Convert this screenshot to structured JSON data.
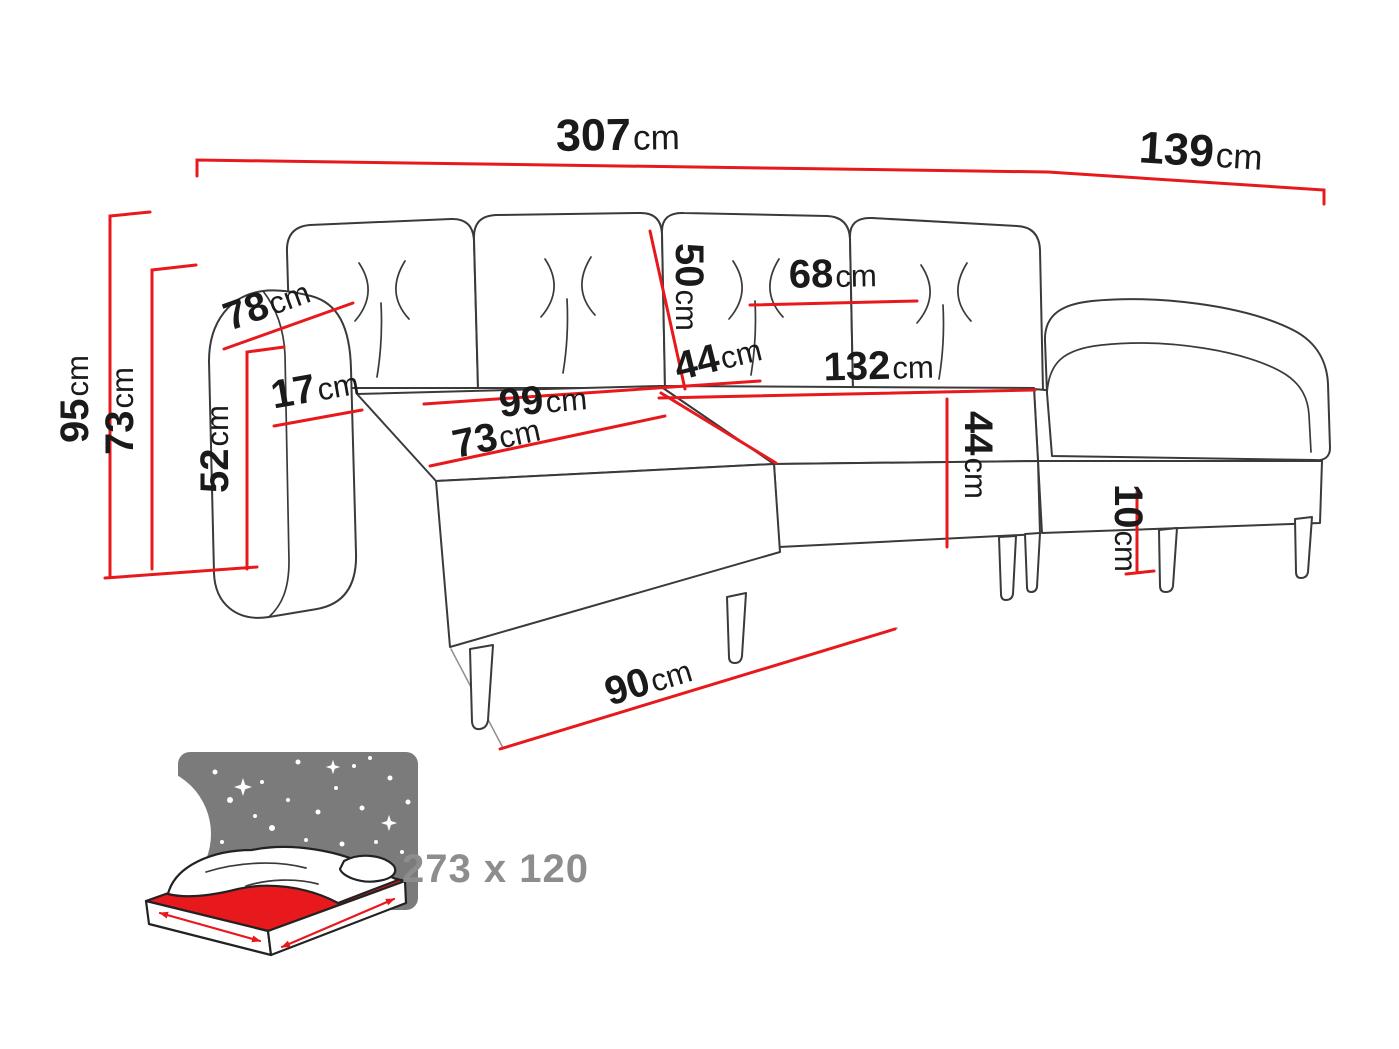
{
  "colors": {
    "dimension_red": "#e8191c",
    "sofa_outline": "#3a3a3a",
    "label_text": "#1a1a1a",
    "icon_gray": "#7b7b7b",
    "sleeping_text": "#8d8d8d"
  },
  "dimensions": {
    "total_width": {
      "value": "307",
      "unit": "cm"
    },
    "total_depth": {
      "value": "139",
      "unit": "cm"
    },
    "total_height": {
      "value": "95",
      "unit": "cm"
    },
    "inner_height": {
      "value": "73",
      "unit": "cm"
    },
    "armrest_depth": {
      "value": "78",
      "unit": "cm"
    },
    "armrest_width": {
      "value": "17",
      "unit": "cm"
    },
    "armrest_height": {
      "value": "52",
      "unit": "cm"
    },
    "chaise_length": {
      "value": "99",
      "unit": "cm"
    },
    "chaise_seat_width": {
      "value": "73",
      "unit": "cm"
    },
    "back_cushion_height": {
      "value": "50",
      "unit": "cm"
    },
    "seat_depth": {
      "value": "44",
      "unit": "cm"
    },
    "back_cushion_width": {
      "value": "68",
      "unit": "cm"
    },
    "middle_seat_width": {
      "value": "132",
      "unit": "cm"
    },
    "seat_height": {
      "value": "44",
      "unit": "cm"
    },
    "leg_height": {
      "value": "10",
      "unit": "cm"
    },
    "chaise_front_width": {
      "value": "90",
      "unit": "cm"
    }
  },
  "sleeping_area": {
    "label": "273 x 120"
  }
}
